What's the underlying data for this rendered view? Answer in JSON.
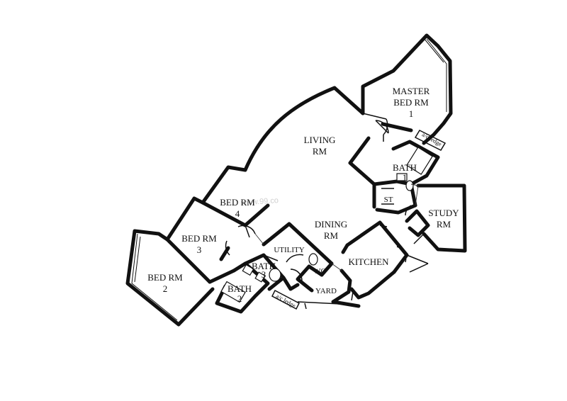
{
  "rooms": {
    "master_bed": {
      "line1": "MASTER",
      "line2": "BED RM",
      "line3": "1"
    },
    "living": {
      "line1": "LIVING",
      "line2": "RM"
    },
    "dining": {
      "line1": "DINING",
      "line2": "RM"
    },
    "bath1": {
      "line1": "BATH",
      "line2": "1"
    },
    "st": {
      "label": "ST"
    },
    "study": {
      "line1": "STUDY",
      "line2": "RM"
    },
    "kitchen": {
      "label": "KITCHEN"
    },
    "wc": {
      "label": "WC"
    },
    "yard": {
      "label": "YARD"
    },
    "utility": {
      "label": "UTILITY"
    },
    "bath3": {
      "line1": "BATH",
      "line2": "3"
    },
    "bath2": {
      "line1": "BATH",
      "line2": "2"
    },
    "bed4": {
      "line1": "BED RM",
      "line2": "4"
    },
    "bed3": {
      "line1": "BED RM",
      "line2": "3"
    },
    "bed2": {
      "line1": "BED RM",
      "line2": "2"
    }
  },
  "ledges": {
    "ac_ledge_1": "a/c ledge",
    "ac_ledge_2": "a/c ledge"
  },
  "watermark": {
    "text": "www.99.co"
  }
}
